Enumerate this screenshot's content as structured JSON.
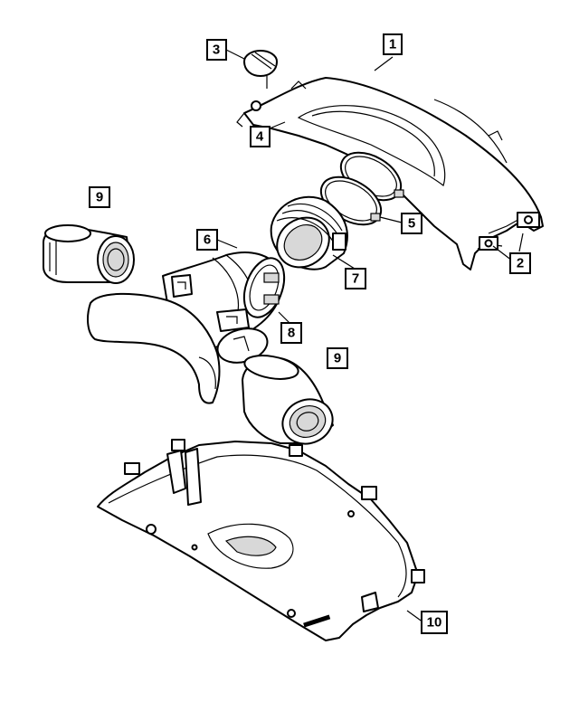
{
  "diagram": {
    "callouts": [
      {
        "label": "1"
      },
      {
        "label": "2"
      },
      {
        "label": "3"
      },
      {
        "label": "4"
      },
      {
        "label": "5"
      },
      {
        "label": "6"
      },
      {
        "label": "7"
      },
      {
        "label": "8"
      },
      {
        "label": "9"
      },
      {
        "label": "9"
      },
      {
        "label": "10"
      }
    ]
  }
}
